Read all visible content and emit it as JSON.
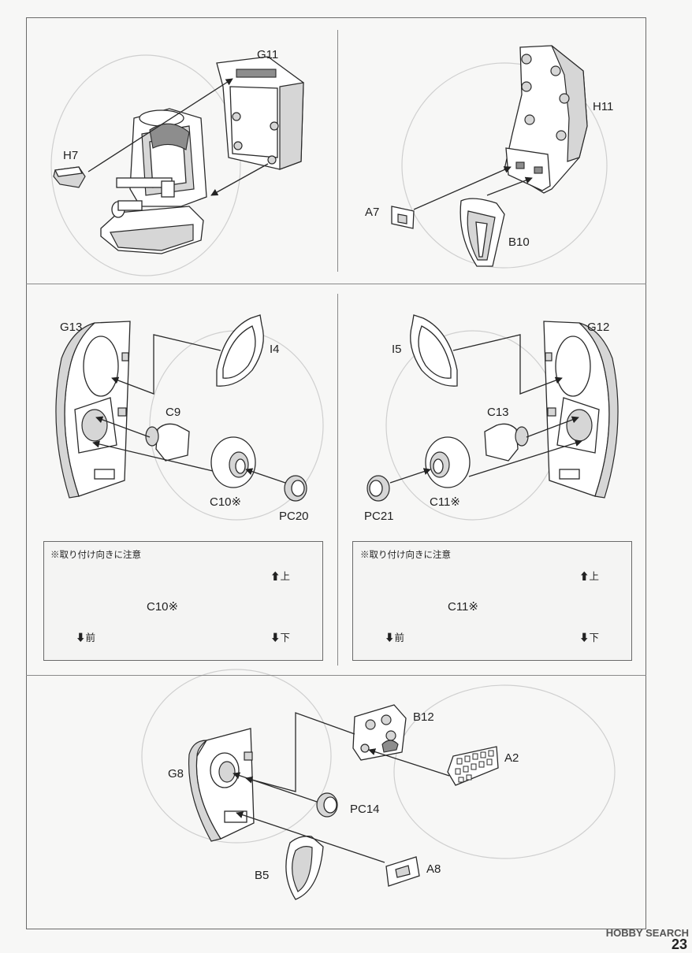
{
  "step_tl": {
    "parts": [
      "G11",
      "H7"
    ]
  },
  "step_tr": {
    "parts": [
      "H11",
      "A7",
      "B10"
    ]
  },
  "step_ml": {
    "parts": [
      "G13",
      "I4",
      "C9",
      "C10※",
      "PC20"
    ]
  },
  "step_mr": {
    "parts": [
      "G12",
      "I5",
      "C13",
      "C11※",
      "PC21"
    ]
  },
  "note_left": {
    "caution": "※取り付け向きに注意",
    "part": "C10※",
    "up": "⬆上",
    "down": "⬇下",
    "front": "⬇前"
  },
  "note_right": {
    "caution": "※取り付け向きに注意",
    "part": "C11※",
    "up": "⬆上",
    "down": "⬇下",
    "front": "⬇前"
  },
  "step_bottom": {
    "parts": [
      "B12",
      "A2",
      "G8",
      "PC14",
      "B5",
      "A8"
    ]
  },
  "watermark": "HOBBY SEARCH",
  "page_number": "23"
}
